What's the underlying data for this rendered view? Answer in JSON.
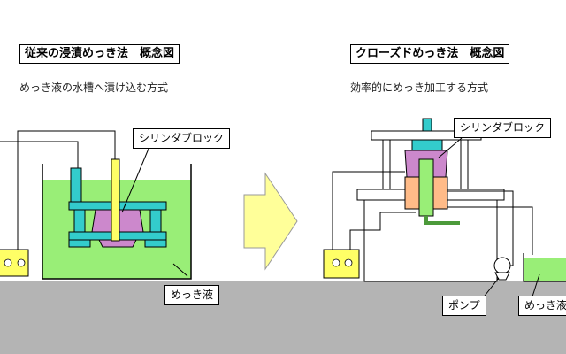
{
  "left": {
    "title": "従来の浸漬めっき法　概念図",
    "subtitle": "めっき液の水槽へ漬け込む方式",
    "label_cylinder": "シリンダブロック",
    "label_solution": "めっき液"
  },
  "right": {
    "title": "クローズドめっき法　概念図",
    "subtitle": "効率的にめっき加工する方式",
    "label_cylinder": "シリンダブロック",
    "label_pump": "ポンプ",
    "label_solution": "めっき液"
  },
  "colors": {
    "floor": "#b4b4b4",
    "liquid": "#99ee77",
    "fixture": "#33cccc",
    "part": "#cc88cc",
    "battery": "#ffff66",
    "arrow": "#ffff99",
    "block": "#ffbb88",
    "machine": "#ffffff"
  }
}
